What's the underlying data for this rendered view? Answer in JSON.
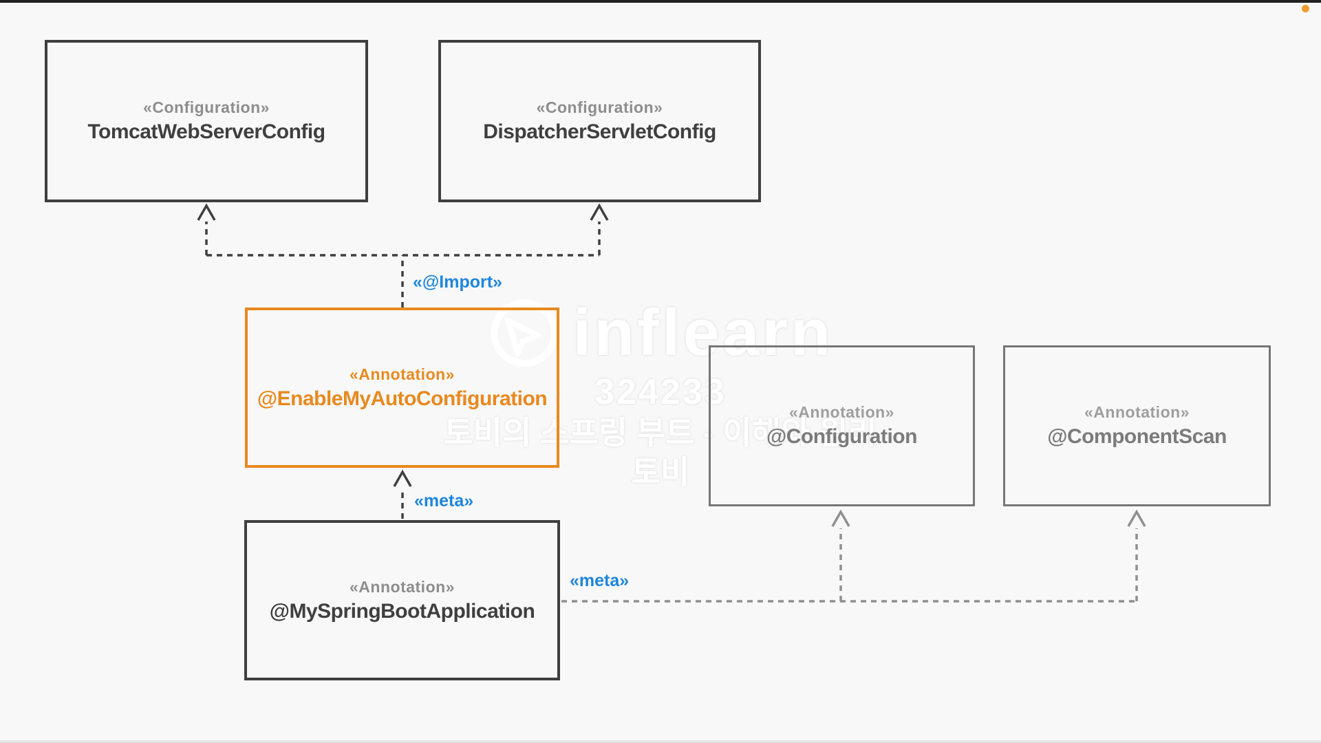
{
  "page": {
    "background": "#f8f8f8",
    "top_bar_color": "#212121"
  },
  "indicator": {
    "dot_color": "#ef9d2f"
  },
  "diagram": {
    "nodes": [
      {
        "id": "tomcat-web-server-config",
        "stereotype": "«Configuration»",
        "name": "TomcatWebServerConfig",
        "style": "dark"
      },
      {
        "id": "dispatcher-servlet-config",
        "stereotype": "«Configuration»",
        "name": "DispatcherServletConfig",
        "style": "dark"
      },
      {
        "id": "enable-my-auto-configuration",
        "stereotype": "«Annotation»",
        "name": "@EnableMyAutoConfiguration",
        "style": "accent"
      },
      {
        "id": "my-spring-boot-application",
        "stereotype": "«Annotation»",
        "name": "@MySpringBootApplication",
        "style": "dark"
      },
      {
        "id": "configuration",
        "stereotype": "«Annotation»",
        "name": "@Configuration",
        "style": "light"
      },
      {
        "id": "component-scan",
        "stereotype": "«Annotation»",
        "name": "@ComponentScan",
        "style": "light"
      }
    ],
    "labels": {
      "import": "«@Import»",
      "meta_top": "«meta»",
      "meta_right": "«meta»"
    },
    "edges": [
      {
        "from": "@EnableMyAutoConfiguration",
        "to": "TomcatWebServerConfig",
        "label": "«@Import»",
        "line": "dashed-arrow"
      },
      {
        "from": "@EnableMyAutoConfiguration",
        "to": "DispatcherServletConfig",
        "label": "«@Import»",
        "line": "dashed-arrow"
      },
      {
        "from": "@MySpringBootApplication",
        "to": "@EnableMyAutoConfiguration",
        "label": "«meta»",
        "line": "dashed-arrow"
      },
      {
        "from": "@MySpringBootApplication",
        "to": "@Configuration",
        "label": "«meta»",
        "line": "dashed-arrow"
      },
      {
        "from": "@MySpringBootApplication",
        "to": "@ComponentScan",
        "label": "«meta»",
        "line": "dashed-arrow"
      }
    ],
    "colors": {
      "accent_orange": "#e8891f",
      "label_blue": "#1e86dc",
      "dark_border": "#3f3f3f",
      "light_border": "#767676",
      "stereotype_gray": "#8d8d8d"
    }
  },
  "watermark": {
    "brand": "inflearn",
    "code": "324233",
    "course": "토비의 스프링 부트 - 이해와 원리",
    "author": "토비"
  }
}
